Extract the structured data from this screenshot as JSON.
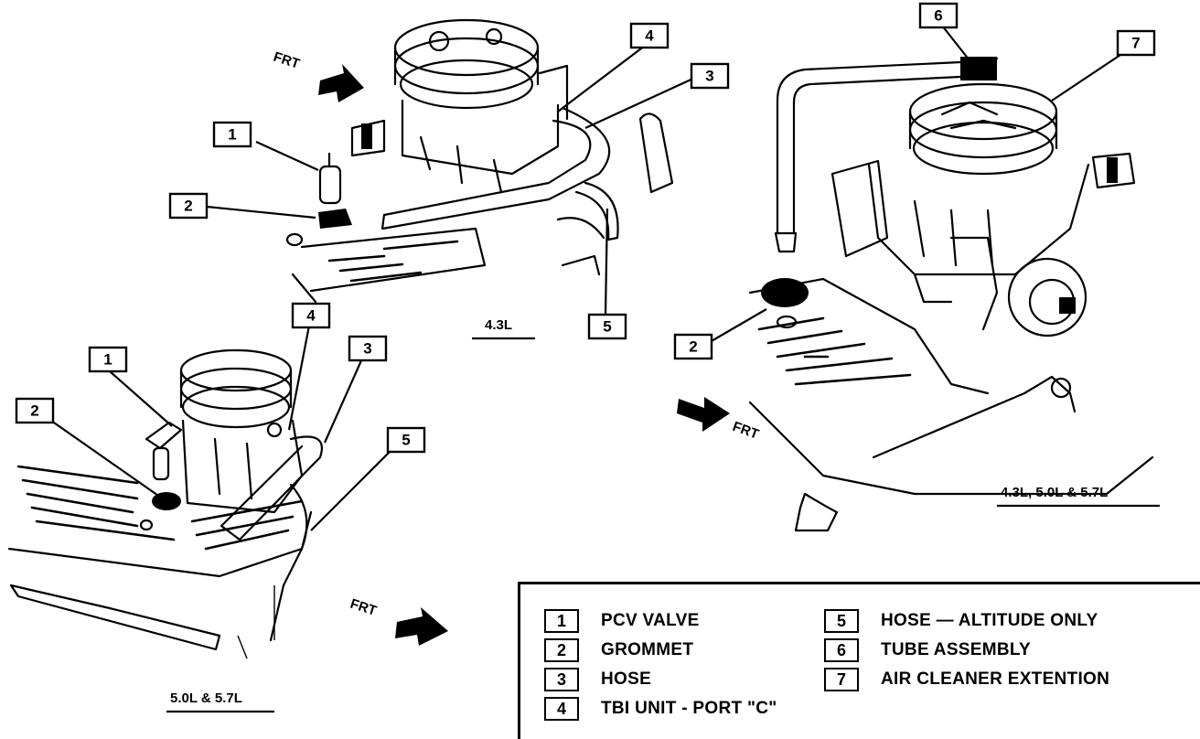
{
  "views": {
    "top_left": {
      "caption": "4.3L",
      "front_label": "FRT",
      "callouts": [
        {
          "id": "c1",
          "number": "1"
        },
        {
          "id": "c2",
          "number": "2"
        },
        {
          "id": "c3",
          "number": "3"
        },
        {
          "id": "c4",
          "number": "4"
        },
        {
          "id": "c5",
          "number": "5"
        }
      ]
    },
    "bottom_left": {
      "caption": "5.0L & 5.7L",
      "front_label": "FRT",
      "callouts": [
        {
          "id": "c1",
          "number": "1"
        },
        {
          "id": "c2",
          "number": "2"
        },
        {
          "id": "c3",
          "number": "3"
        },
        {
          "id": "c4",
          "number": "4"
        },
        {
          "id": "c5",
          "number": "5"
        }
      ]
    },
    "right": {
      "caption": "4.3L, 5.0L & 5.7L",
      "front_label": "FRT",
      "callouts": [
        {
          "id": "c2",
          "number": "2"
        },
        {
          "id": "c6",
          "number": "6"
        },
        {
          "id": "c7",
          "number": "7"
        }
      ]
    }
  },
  "legend": {
    "left_column": [
      {
        "number": "1",
        "label": "PCV VALVE"
      },
      {
        "number": "2",
        "label": "GROMMET"
      },
      {
        "number": "3",
        "label": "HOSE"
      },
      {
        "number": "4",
        "label": "TBI UNIT - PORT \"C\""
      }
    ],
    "right_column": [
      {
        "number": "5",
        "label": "HOSE — ALTITUDE ONLY"
      },
      {
        "number": "6",
        "label": "TUBE ASSEMBLY"
      },
      {
        "number": "7",
        "label": "AIR CLEANER EXTENTION"
      }
    ]
  }
}
